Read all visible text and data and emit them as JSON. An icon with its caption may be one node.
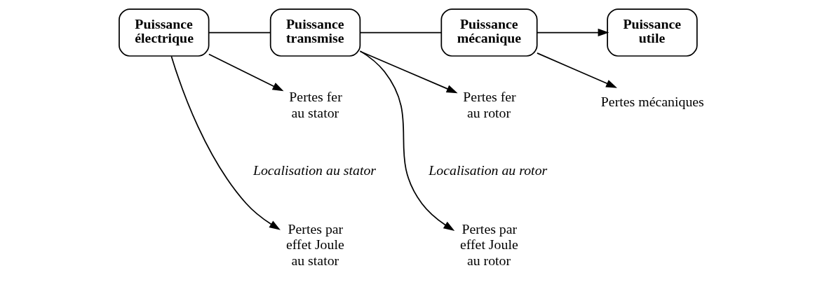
{
  "diagram": {
    "nodes": [
      {
        "text": [
          "Puissance électrique"
        ]
      },
      {
        "text": [
          "Puissance transmise"
        ]
      },
      {
        "text": [
          "Puissance mécanique"
        ]
      },
      {
        "text": [
          "Puissance utile"
        ]
      },
      {
        "text": [
          "Pertes par effet Joule au stator"
        ]
      },
      {
        "text": [
          "Pertes fer au stator"
        ]
      },
      {
        "text": [
          "Pertes par effet Joule au rotor"
        ]
      },
      {
        "text": [
          "Pertes fer au rotor"
        ]
      },
      {
        "text": [
          "Pertes mécaniques"
        ]
      }
    ],
    "edges": [
      {
        "from": 0,
        "to": 1,
        "arrow": "none"
      },
      {
        "from": 1,
        "to": 2,
        "arrow": "none"
      },
      {
        "from": 2,
        "to": 3,
        "arrow": "to"
      },
      {
        "from": 0,
        "to": 4,
        "arrow": "to"
      },
      {
        "from": 0,
        "to": 5,
        "arrow": "to"
      },
      {
        "from": 1,
        "to": 6,
        "arrow": "to"
      },
      {
        "from": 1,
        "to": 7,
        "arrow": "to"
      },
      {
        "from": 2,
        "to": 8,
        "arrow": "to"
      }
    ],
    "labels": [
      "Localisation au stator",
      "Localisation au rotor"
    ]
  }
}
